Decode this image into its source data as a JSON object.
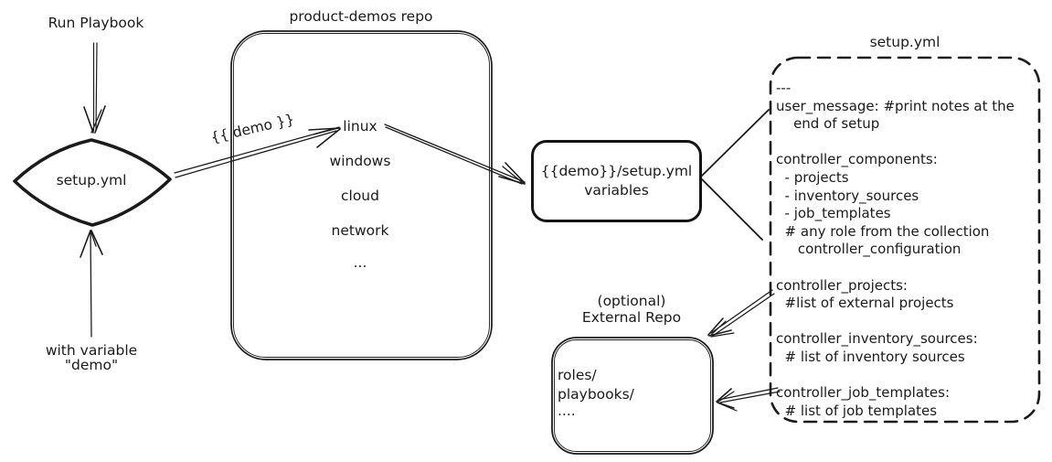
{
  "colors": {
    "ink": "#1b1b1b",
    "background": "#ffffff"
  },
  "playbook_flow": {
    "run_label": "Run Playbook",
    "diamond_label": "setup.yml",
    "variable_caption_line1": "with variable",
    "variable_caption_line2": "\"demo\"",
    "arrow_label": "{{ demo }}"
  },
  "product_demos_repo": {
    "title": "product-demos repo",
    "items": [
      "linux",
      "windows",
      "cloud",
      "network",
      "..."
    ]
  },
  "variables_node": {
    "line1": "{{demo}}/setup.yml",
    "line2": "variables"
  },
  "setup_yml_file": {
    "title": "setup.yml",
    "lines": [
      "---",
      "user_message: #print notes at the",
      "    end of setup",
      "",
      "controller_components:",
      "  - projects",
      "  - inventory_sources",
      "  - job_templates",
      "  # any role from the collection",
      "     controller_configuration",
      "",
      "controller_projects:",
      "  #list of external projects",
      "",
      "controller_inventory_sources:",
      "  # list of inventory sources",
      "",
      "controller_job_templates:",
      "  # list of job templates"
    ]
  },
  "external_repo": {
    "caption_line1": "(optional)",
    "caption_line2": "External Repo",
    "lines": [
      "roles/",
      "playbooks/",
      "...."
    ]
  }
}
